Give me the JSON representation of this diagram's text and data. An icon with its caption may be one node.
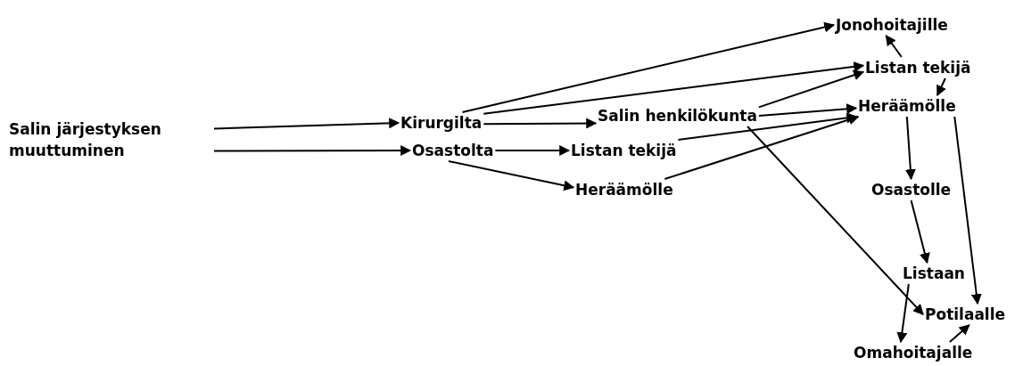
{
  "diagram": {
    "nodes": [
      {
        "text": [
          "Salin järjestyksen muuttuminen"
        ]
      },
      {
        "text": [
          "Kirurgilta"
        ]
      },
      {
        "text": [
          "Osastolta"
        ]
      },
      {
        "text": [
          "Jonohoitajille"
        ]
      },
      {
        "text": [
          "Listan tekijä"
        ]
      },
      {
        "text": [
          "Salin henkilökunta"
        ]
      },
      {
        "text": [
          "Heräämölle"
        ]
      },
      {
        "text": [
          "Listan tekijä"
        ]
      },
      {
        "text": [
          "Heräämölle"
        ]
      },
      {
        "text": [
          "Osastolle"
        ]
      },
      {
        "text": [
          "Listaan"
        ]
      },
      {
        "text": [
          "Potilaalle"
        ]
      },
      {
        "text": [
          "Omahoitajalle"
        ]
      }
    ],
    "edges": [
      {
        "from": 0,
        "to": 1,
        "arrow": "to"
      },
      {
        "from": 0,
        "to": 2,
        "arrow": "to"
      },
      {
        "from": 1,
        "to": 3,
        "arrow": "to"
      },
      {
        "from": 1,
        "to": 4,
        "arrow": "to"
      },
      {
        "from": 1,
        "to": 5,
        "arrow": "to"
      },
      {
        "from": 2,
        "to": 7,
        "arrow": "to"
      },
      {
        "from": 2,
        "to": 8,
        "arrow": "to"
      },
      {
        "from": 5,
        "to": 4,
        "arrow": "to"
      },
      {
        "from": 5,
        "to": 6,
        "arrow": "to"
      },
      {
        "from": 7,
        "to": 6,
        "arrow": "to"
      },
      {
        "from": 8,
        "to": 6,
        "arrow": "to"
      },
      {
        "from": 5,
        "to": 11,
        "arrow": "to"
      },
      {
        "from": 4,
        "to": 3,
        "arrow": "to"
      },
      {
        "from": 4,
        "to": 6,
        "arrow": "to"
      },
      {
        "from": 6,
        "to": 9,
        "arrow": "to"
      },
      {
        "from": 6,
        "to": 11,
        "arrow": "to"
      },
      {
        "from": 9,
        "to": 10,
        "arrow": "to"
      },
      {
        "from": 10,
        "to": 12,
        "arrow": "to"
      },
      {
        "from": 12,
        "to": 11,
        "arrow": "to"
      }
    ]
  }
}
